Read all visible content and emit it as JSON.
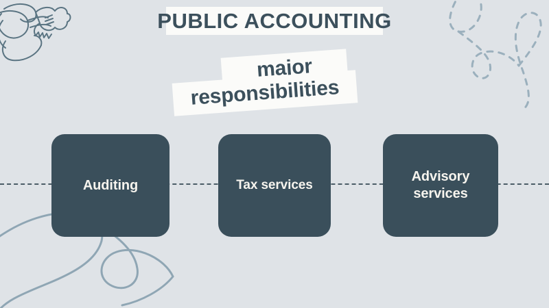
{
  "slide": {
    "title": "PUBLIC ACCOUNTING",
    "subtitle_line1": "major",
    "subtitle_line2": "responsibilities",
    "background_color": "#dfe3e7",
    "card_color": "#3a4f5b",
    "card_text_color": "#f6f4ee",
    "heading_text_color": "#3c505c",
    "heading_box_color": "#fbfbf9",
    "accent_line_color": "#4a5c66",
    "doodle_color": "#8fa6b4"
  },
  "cards": [
    {
      "label": "Auditing"
    },
    {
      "label": "Tax services"
    },
    {
      "label": "Advisory\nservices"
    }
  ],
  "decorations": {
    "top_left_doodle": "person-sketch-doodle",
    "top_right_doodle": "dashed-scribble-loops",
    "bottom_left_doodle": "curved-swoosh-lines",
    "connector": "horizontal-dashed-line"
  }
}
